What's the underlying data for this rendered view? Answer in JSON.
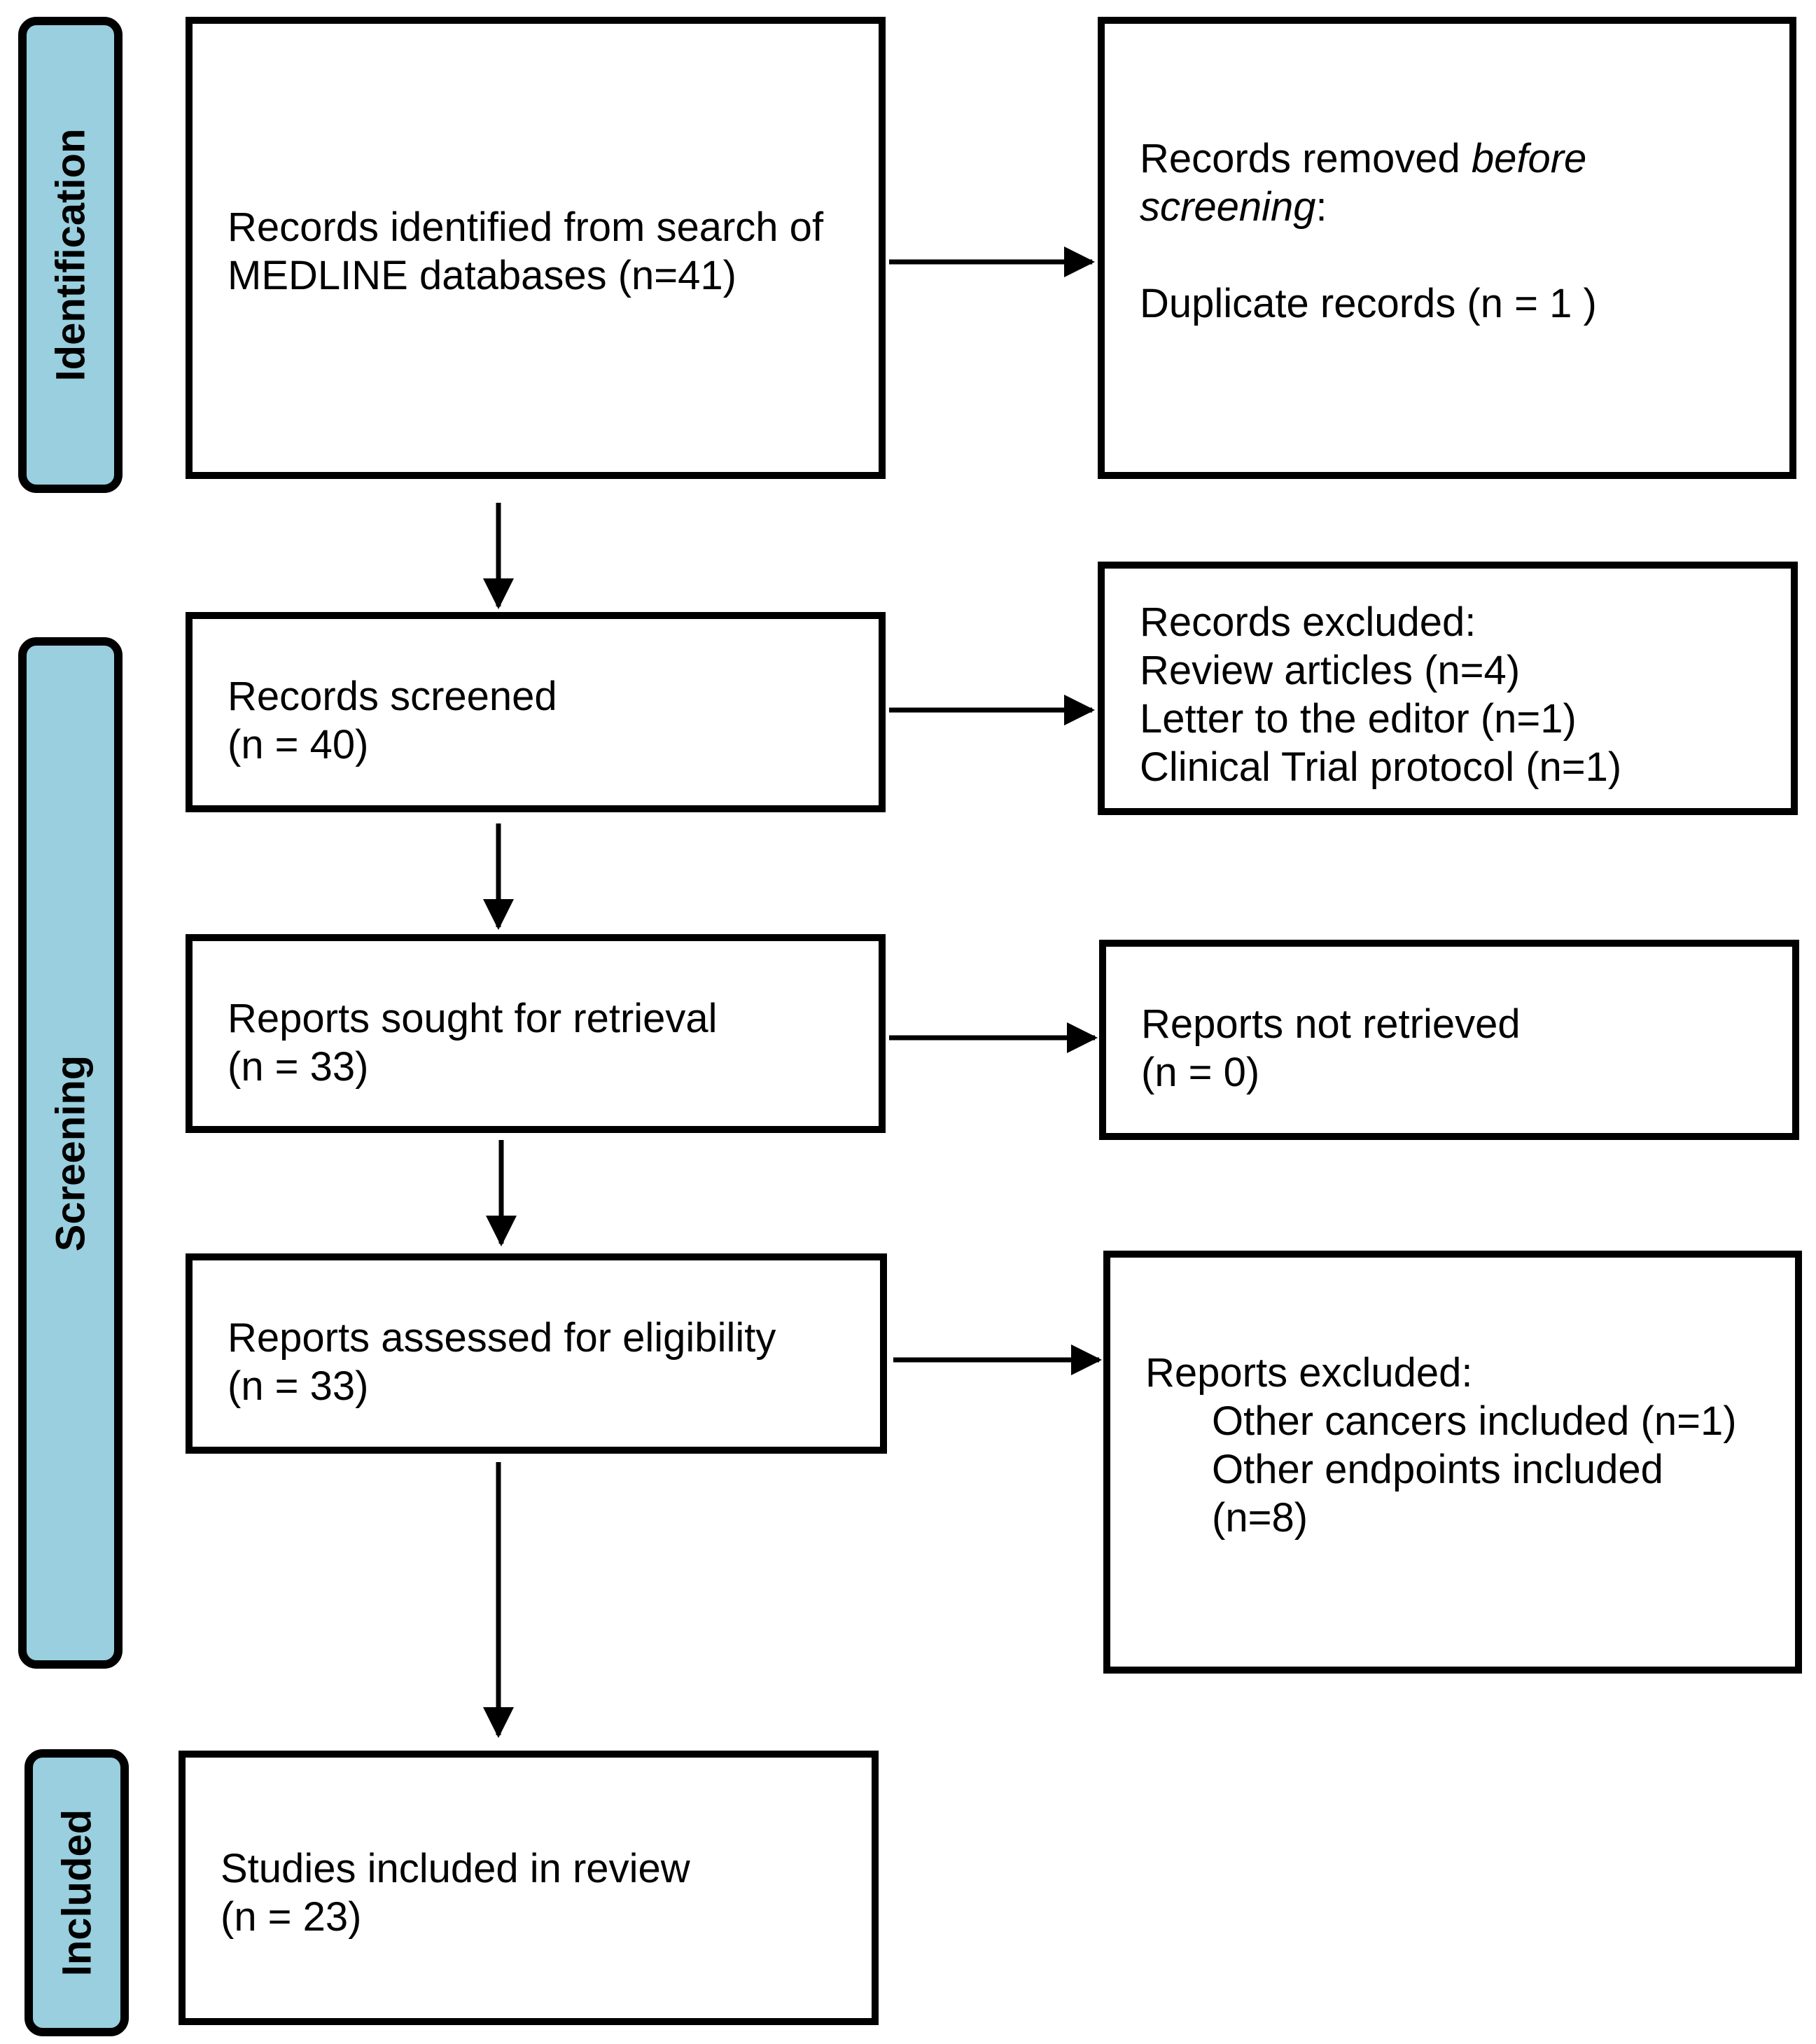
{
  "phases": {
    "identification": "Identification",
    "screening": "Screening",
    "included": "Included"
  },
  "boxes": {
    "identified": {
      "lines": [
        "Records identified from search of",
        "MEDLINE databases (n=41)"
      ]
    },
    "removed": {
      "title_prefix": "Records removed ",
      "title_italic": "before",
      "title_line2_italic": "screening",
      "title_line2_suffix": ":",
      "detail": "Duplicate records (n = 1 )"
    },
    "screened": {
      "lines": [
        "Records screened",
        "(n = 40)"
      ]
    },
    "excluded_records": {
      "lines": [
        "Records excluded:",
        "Review articles (n=4)",
        "Letter to the editor (n=1)",
        "Clinical Trial protocol (n=1)"
      ]
    },
    "sought": {
      "lines": [
        "Reports sought for retrieval",
        "(n = 33)"
      ]
    },
    "not_retrieved": {
      "lines": [
        "Reports not retrieved",
        "(n = 0)"
      ]
    },
    "assessed": {
      "lines": [
        "Reports assessed for eligibility",
        "(n = 33)"
      ]
    },
    "excluded_reports": {
      "title": "Reports excluded:",
      "items": [
        "Other cancers included (n=1)",
        "Other endpoints included",
        "(n=8)"
      ]
    },
    "included_studies": {
      "lines": [
        "Studies included in review",
        "(n = 23)"
      ]
    }
  },
  "colors": {
    "phase_fill": "#99cfdf",
    "stroke": "#000000"
  }
}
